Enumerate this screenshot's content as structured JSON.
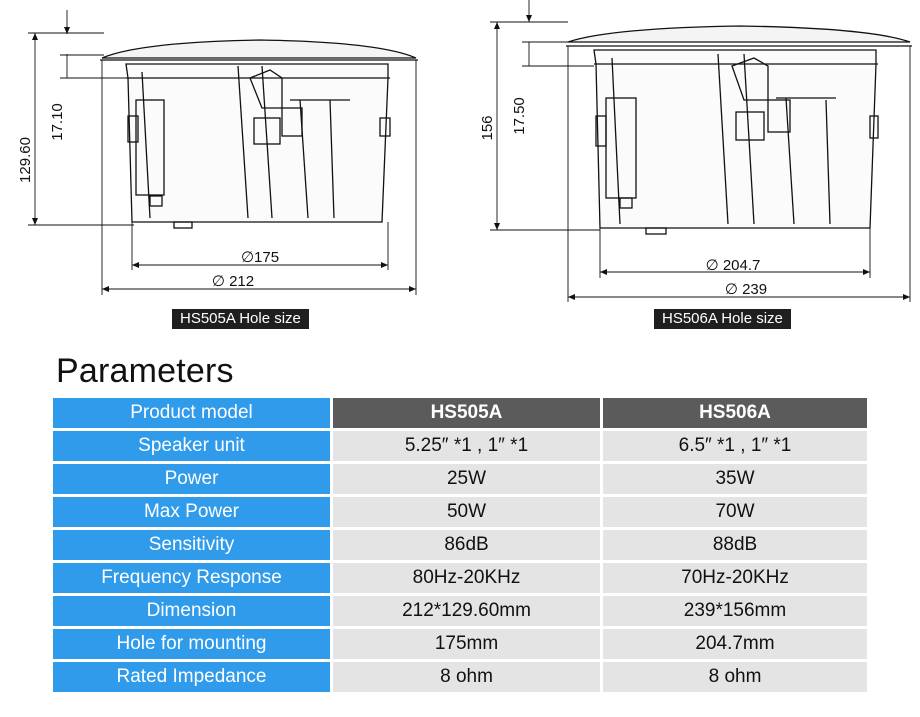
{
  "diagrams": [
    {
      "dim_height": "129.60",
      "dim_cap": "17.10",
      "dim_hole": "∅175",
      "dim_outer": "∅ 212",
      "caption": "HS505A Hole size"
    },
    {
      "dim_height": "156",
      "dim_cap": "17.50",
      "dim_hole": "∅ 204.7",
      "dim_outer": "∅ 239",
      "caption": "HS506A Hole size"
    }
  ],
  "parameters": {
    "title": "Parameters",
    "header": {
      "label": "Product model",
      "models": [
        "HS505A",
        "HS506A"
      ]
    },
    "rows": [
      {
        "label": "Speaker unit",
        "values": [
          "5.25″ *1 , 1″ *1",
          "6.5″ *1 , 1″ *1"
        ]
      },
      {
        "label": "Power",
        "values": [
          "25W",
          "35W"
        ]
      },
      {
        "label": "Max Power",
        "values": [
          "50W",
          "70W"
        ]
      },
      {
        "label": "Sensitivity",
        "values": [
          "86dB",
          "88dB"
        ]
      },
      {
        "label": "Frequency Response",
        "values": [
          "80Hz-20KHz",
          "70Hz-20KHz"
        ]
      },
      {
        "label": "Dimension",
        "values": [
          "212*129.60mm",
          "239*156mm"
        ]
      },
      {
        "label": "Hole for mounting",
        "values": [
          "175mm",
          "204.7mm"
        ]
      },
      {
        "label": "Rated  Impedance",
        "values": [
          "8 ohm",
          "8 ohm"
        ]
      }
    ]
  }
}
